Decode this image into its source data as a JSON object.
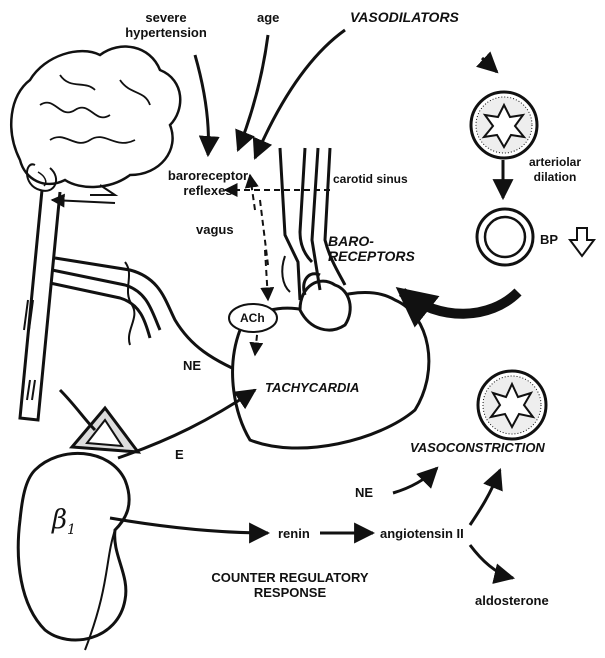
{
  "labels": {
    "severe_hypertension_1": "severe",
    "severe_hypertension_2": "hypertension",
    "age": "age",
    "vasodilators": "VASODILATORS",
    "arteriolar_1": "arteriolar",
    "arteriolar_2": "dilation",
    "baroreceptor_1": "baroreceptor",
    "baroreceptor_2": "reflexes",
    "carotid_sinus": "carotid sinus",
    "vagus": "vagus",
    "baro_1": "BARO-",
    "baro_2": "RECEPTORS",
    "bp": "BP",
    "ach": "ACh",
    "ne_heart": "NE",
    "tachycardia": "TACHYCARDIA",
    "vasoconstriction": "VASOCONSTRICTION",
    "e": "E",
    "ne_lower": "NE",
    "beta": "β",
    "beta_sub": "1",
    "renin": "renin",
    "angiotensin": "angiotensin II",
    "counter_1": "COUNTER REGULATORY",
    "counter_2": "RESPONSE",
    "aldosterone": "aldosterone"
  },
  "colors": {
    "ink": "#111111",
    "paper": "#ffffff"
  }
}
